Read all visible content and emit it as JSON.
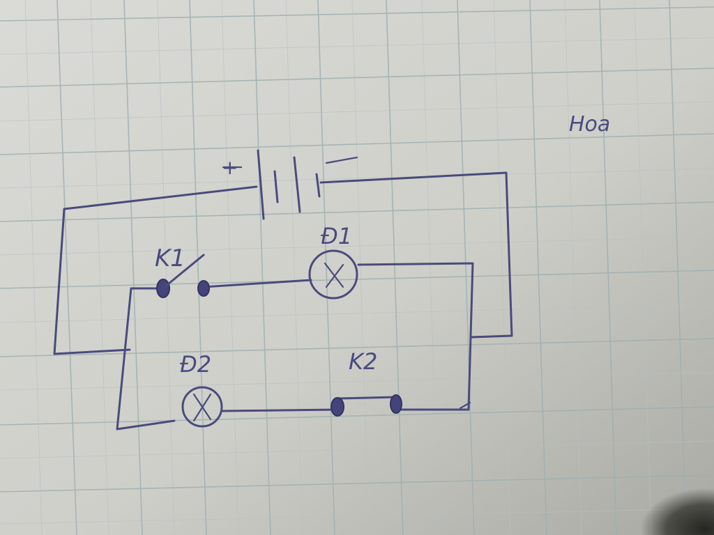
{
  "labels": {
    "plus": "+",
    "minus": "−",
    "k1": "K1",
    "d1": "Đ1",
    "d2": "Đ2",
    "k2": "K2",
    "corner_note": "Hoa"
  },
  "colors": {
    "paper": "#d6d6d1",
    "grid": "#9fb0b0",
    "ink": "#4a4a7c",
    "shadow": "#2a2a26"
  }
}
